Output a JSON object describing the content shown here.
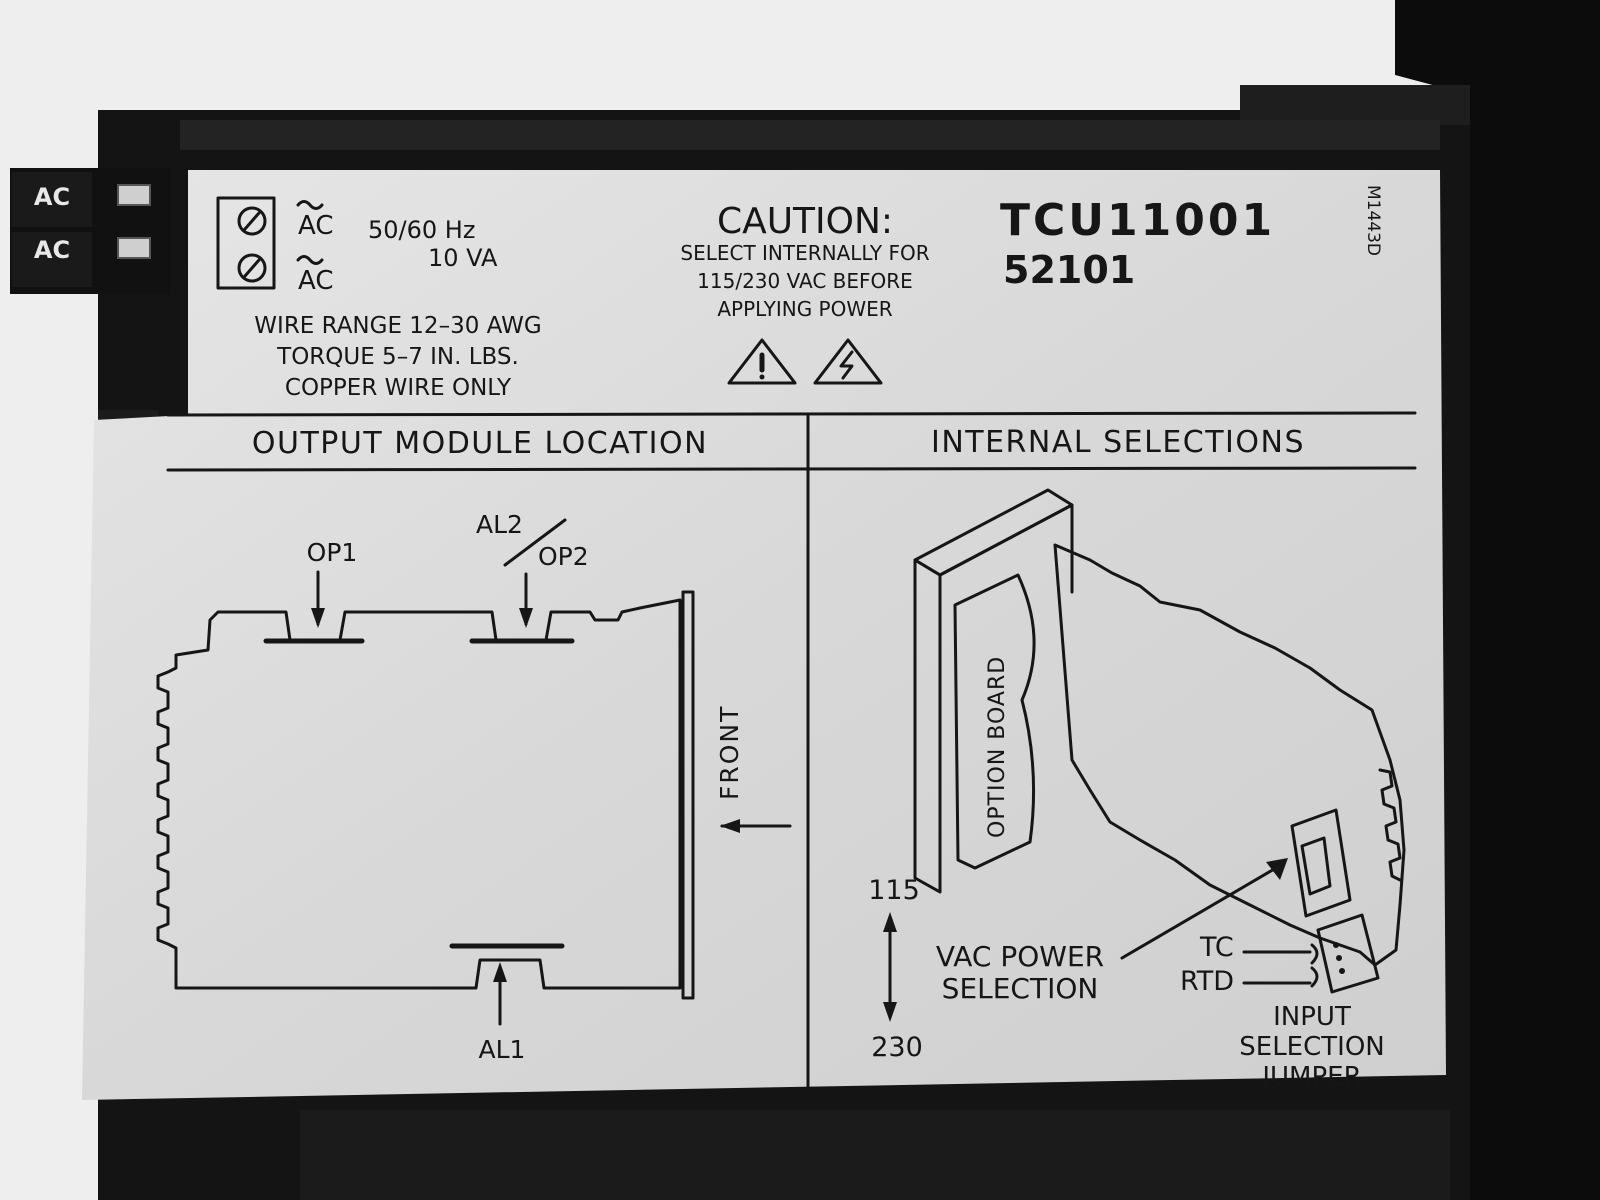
{
  "terminals": [
    "AC",
    "AC"
  ],
  "power": {
    "ac_top": "AC",
    "ac_bottom": "AC",
    "frequency": "50/60 Hz",
    "va": "10 VA",
    "wire_range": "WIRE RANGE 12–30 AWG",
    "torque": "TORQUE 5–7 IN. LBS.",
    "copper": "COPPER WIRE ONLY"
  },
  "caution": {
    "title": "CAUTION:",
    "line1": "SELECT INTERNALLY FOR",
    "line2": "115/230 VAC BEFORE",
    "line3": "APPLYING POWER"
  },
  "model": {
    "number": "TCU11001",
    "code": "52101",
    "side_code": "M1443D"
  },
  "output_section": {
    "heading": "OUTPUT MODULE LOCATION",
    "op1": "OP1",
    "al2": "AL2",
    "op2": "OP2",
    "al1": "AL1",
    "front": "FRONT"
  },
  "internal_section": {
    "heading": "INTERNAL SELECTIONS",
    "option_board": "OPTION BOARD",
    "v115": "115",
    "v230": "230",
    "vac_line1": "VAC POWER",
    "vac_line2": "SELECTION",
    "tc": "TC",
    "rtd": "RTD",
    "input_line1": "INPUT",
    "input_line2": "SELECTION",
    "input_line3": "JUMPER"
  },
  "colors": {
    "housing": "#141414",
    "label": "#dcdcdc",
    "ink": "#161616"
  }
}
